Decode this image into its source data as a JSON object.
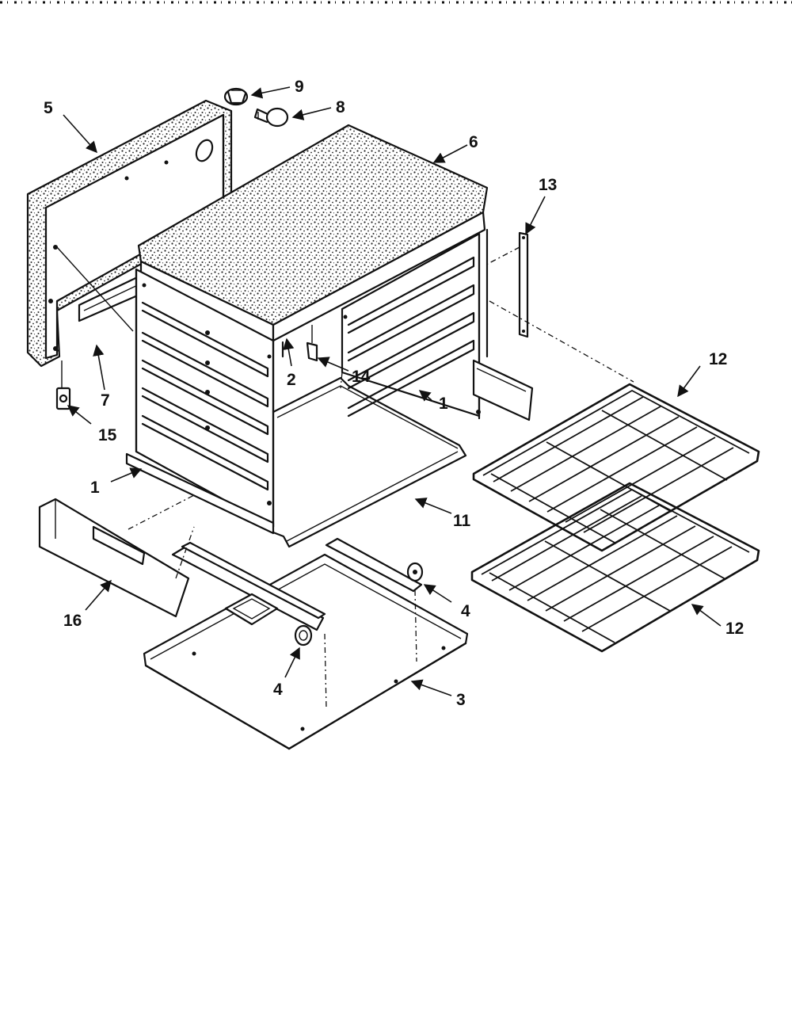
{
  "callouts": {
    "c1a": "1",
    "c1b": "1",
    "c2": "2",
    "c3": "3",
    "c4a": "4",
    "c4b": "4",
    "c5": "5",
    "c6": "6",
    "c7": "7",
    "c8": "8",
    "c9": "9",
    "c11": "11",
    "c12a": "12",
    "c12b": "12",
    "c13": "13",
    "c14": "14",
    "c15": "15",
    "c16": "16"
  }
}
